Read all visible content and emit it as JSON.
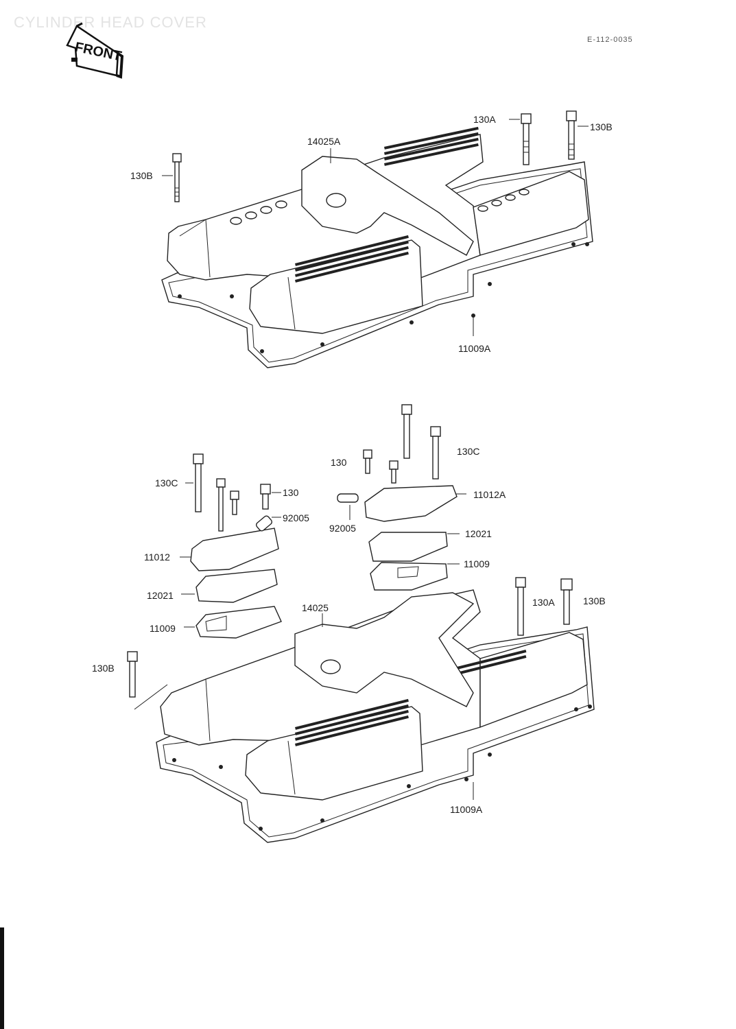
{
  "header": {
    "title": "CYLINDER HEAD COVER",
    "diagram_code": "E-112-0035",
    "front_label": "FRONT"
  },
  "top_assembly": {
    "callouts": [
      {
        "id": "14025A",
        "text": "14025A"
      },
      {
        "id": "130A",
        "text": "130A"
      },
      {
        "id": "130B_right",
        "text": "130B"
      },
      {
        "id": "130B_left",
        "text": "130B"
      },
      {
        "id": "11009A",
        "text": "11009A"
      }
    ]
  },
  "bottom_assembly": {
    "callouts": [
      {
        "id": "130C_right",
        "text": "130C"
      },
      {
        "id": "130_right",
        "text": "130"
      },
      {
        "id": "11012A",
        "text": "11012A"
      },
      {
        "id": "92005_right",
        "text": "92005"
      },
      {
        "id": "12021_right",
        "text": "12021"
      },
      {
        "id": "11009_right",
        "text": "11009"
      },
      {
        "id": "130C_left",
        "text": "130C"
      },
      {
        "id": "130_left",
        "text": "130"
      },
      {
        "id": "92005_left",
        "text": "92005"
      },
      {
        "id": "11012",
        "text": "11012"
      },
      {
        "id": "12021_left",
        "text": "12021"
      },
      {
        "id": "11009_left",
        "text": "11009"
      },
      {
        "id": "14025",
        "text": "14025"
      },
      {
        "id": "130A",
        "text": "130A"
      },
      {
        "id": "130B_right",
        "text": "130B"
      },
      {
        "id": "130B_left",
        "text": "130B"
      },
      {
        "id": "11009A",
        "text": "11009A"
      }
    ]
  }
}
